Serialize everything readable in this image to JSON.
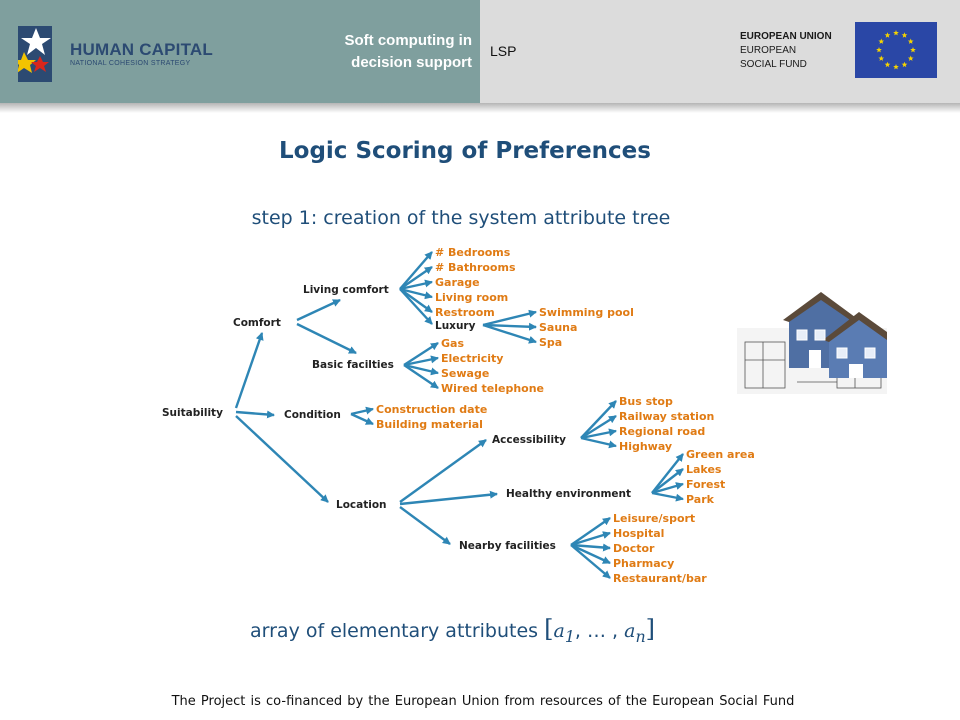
{
  "header": {
    "brand_title": "HUMAN CAPITAL",
    "brand_subtitle": "NATIONAL COHESION STRATEGY",
    "course_line1": "Soft computing in",
    "course_line2": "decision support",
    "section": "LSP",
    "eu_line1": "EUROPEAN UNION",
    "eu_line2": "EUROPEAN",
    "eu_line3": "SOCIAL FUND"
  },
  "colors": {
    "header_left": "#7f9f9e",
    "header_right": "#dcdcdc",
    "title": "#1f4e79",
    "leaf_text": "#e07b14",
    "arrow": "#2e86b5"
  },
  "slide": {
    "title": "Logic Scoring of Preferences",
    "step": "step 1: creation of the system attribute tree",
    "array_text": "array of elementary attributes",
    "array_formula": {
      "open": "[",
      "a1": "a",
      "sub1": "1",
      "sep": ", … , ",
      "an": "a",
      "subn": "n",
      "close": "]"
    },
    "footer": "The Project is co-financed by the European Union from resources of the European Social Fund"
  },
  "tree": {
    "root": "Suitability",
    "comfort": "Comfort",
    "living_comfort": "Living comfort",
    "living_items": [
      "# Bedrooms",
      "# Bathrooms",
      "Garage",
      "Living room",
      "Restroom"
    ],
    "luxury": "Luxury",
    "luxury_items": [
      "Swimming pool",
      "Sauna",
      "Spa"
    ],
    "basic_facilities": "Basic facilties",
    "basic_items": [
      "Gas",
      "Electricity",
      "Sewage",
      "Wired telephone"
    ],
    "condition": "Condition",
    "condition_items": [
      "Construction date",
      "Building material"
    ],
    "location": "Location",
    "accessibility": "Accessibility",
    "access_items": [
      "Bus stop",
      "Railway station",
      "Regional road",
      "Highway"
    ],
    "healthy": "Healthy environment",
    "healthy_items": [
      "Green area",
      "Lakes",
      "Forest",
      "Park"
    ],
    "nearby": "Nearby facilities",
    "nearby_items": [
      "Leisure/sport",
      "Hospital",
      "Doctor",
      "Pharmacy",
      "Restaurant/bar"
    ]
  },
  "icons": [
    "human-capital-logo-icon",
    "eu-flag-icon",
    "house-blueprint-illustration"
  ]
}
